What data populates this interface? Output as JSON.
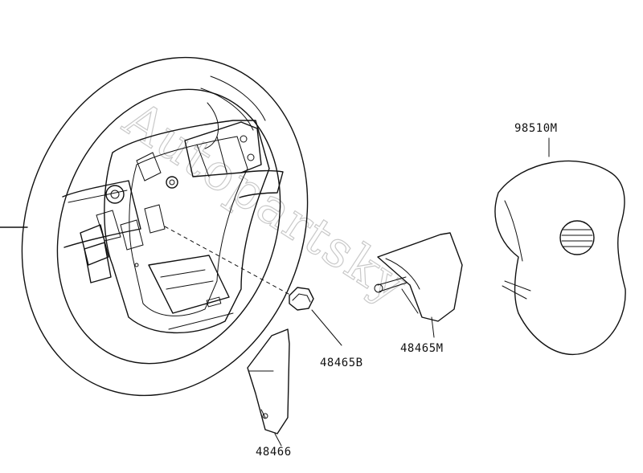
{
  "watermark": "Autopartsky",
  "parts": {
    "airbag": "98510M",
    "cover_right": "48465M",
    "nut": "48465B",
    "cover_left": "48466"
  }
}
